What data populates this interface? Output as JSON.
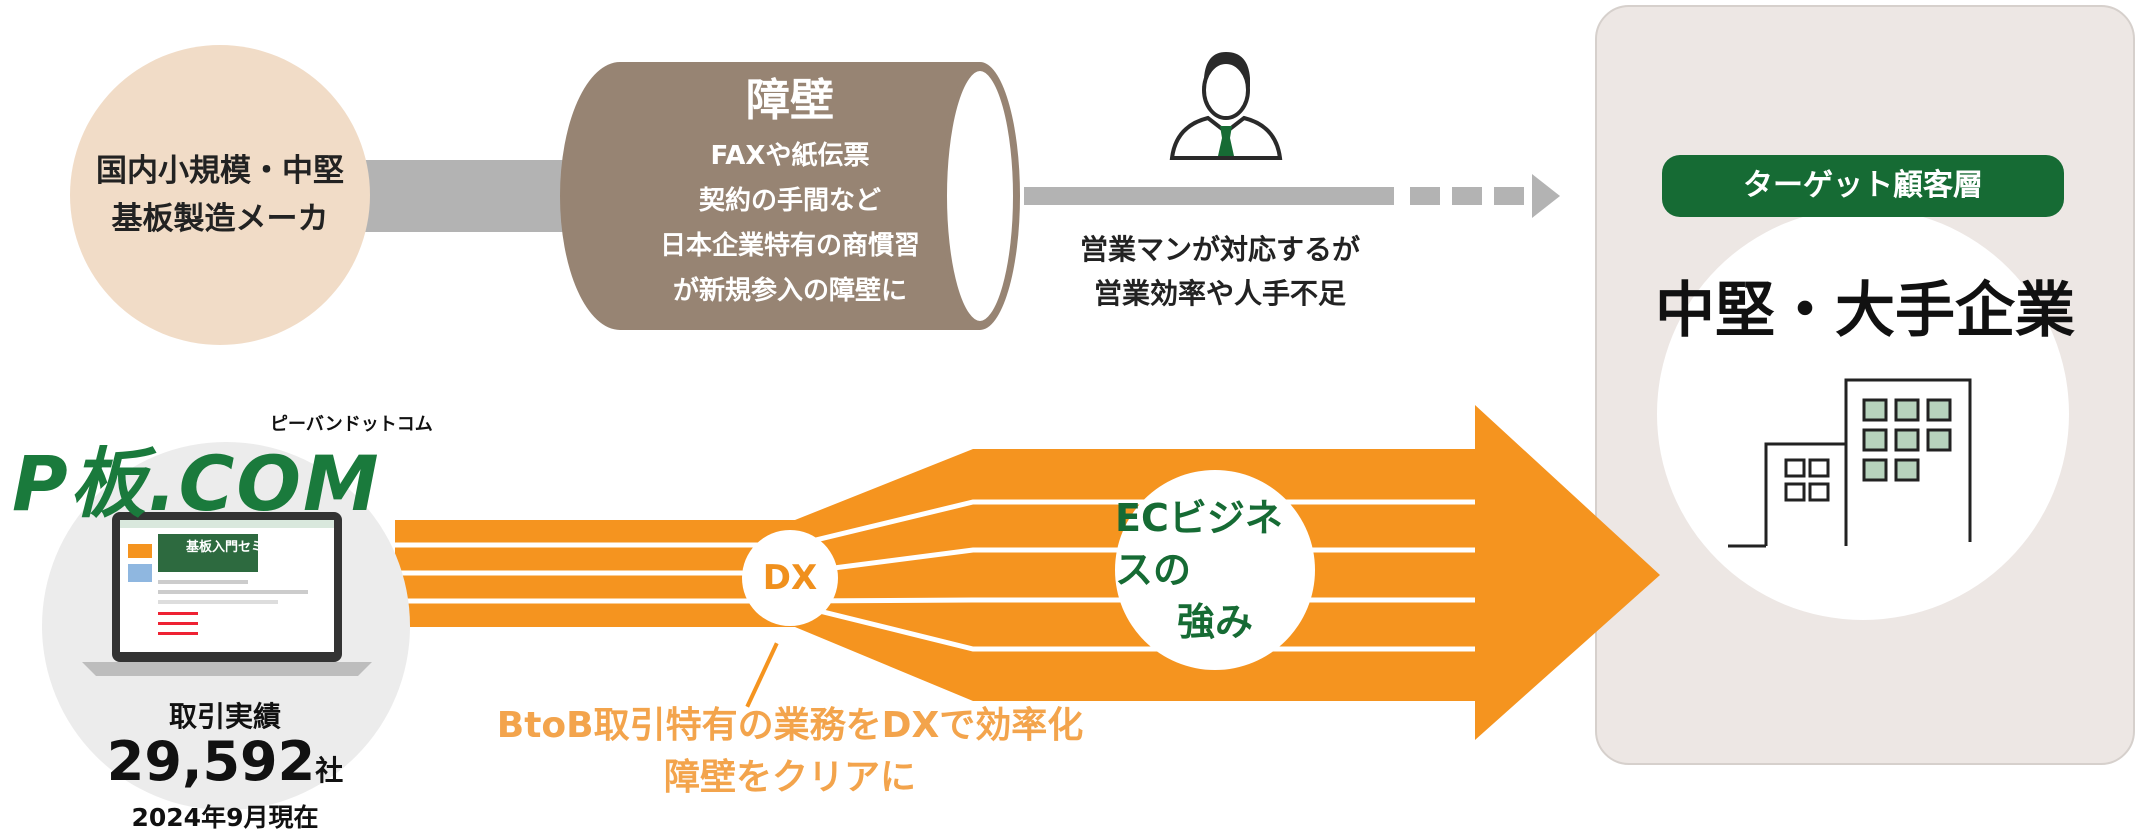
{
  "maker": {
    "line1": "国内小規模・中堅",
    "line2": "基板製造メーカ"
  },
  "barrier": {
    "title": "障壁",
    "lines": [
      "FAXや紙伝票",
      "契約の手間など",
      "日本企業特有の商慣習",
      "が新規参入の障壁に"
    ]
  },
  "sales": {
    "line1": "営業マンが対応するが",
    "line2": "営業効率や人手不足"
  },
  "target": {
    "badge": "ターゲット顧客層",
    "title": "中堅・大手企業"
  },
  "pban": {
    "logo": "P板.COM",
    "logo_kana": "ピーバンドットコム",
    "laptop_banner": "基板入門セミナー",
    "tx_label": "取引実績",
    "tx_count": "29,592",
    "tx_unit": "社",
    "tx_date": "2024年9月現在"
  },
  "dx": {
    "label": "DX"
  },
  "ec": {
    "line1": "ECビジネスの",
    "line2": "強み"
  },
  "dx_caption": {
    "line1": "BtoB取引特有の業務をDXで効率化",
    "line2": "障壁をクリアに"
  },
  "colors": {
    "orange": "#f5941f",
    "green": "#166b34",
    "barrier_brown": "#978473",
    "maker_beige": "#f1dcc7",
    "gray_arrow": "#b3b3b3",
    "panel_bg": "#ede7e4"
  },
  "icons": {
    "person": "businessman-icon",
    "building": "office-building-icon"
  }
}
